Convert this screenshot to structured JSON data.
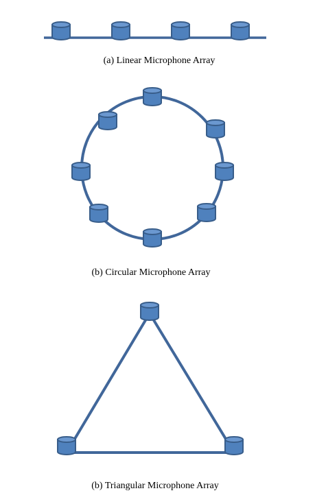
{
  "diagram": {
    "colors": {
      "line": "#41679A",
      "mic_fill": "#4F81BD",
      "mic_top": "#6B98D0",
      "mic_stroke": "#385D8A"
    },
    "element_icon": "microphone-cylinder-icon",
    "panels": [
      {
        "id": "linear",
        "caption": "(a)  Linear Microphone Array",
        "microphone_count": 4
      },
      {
        "id": "circular",
        "caption": "(b) Circular Microphone Array",
        "microphone_count": 8
      },
      {
        "id": "triangular",
        "caption": "(b)  Triangular Microphone Array",
        "microphone_count": 3
      }
    ]
  }
}
